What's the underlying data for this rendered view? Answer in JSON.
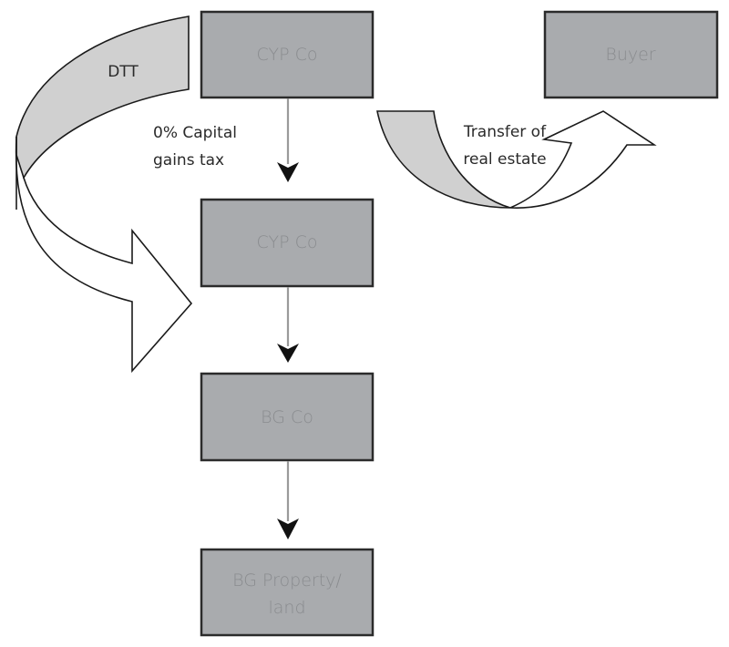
{
  "diagram": {
    "nodes": {
      "cyp_top": "CYP Co",
      "buyer": "Buyer",
      "cyp_mid": "CYP Co",
      "bg_co": "BG Co",
      "bg_property": [
        "BG Property/",
        "land"
      ]
    },
    "labels": {
      "dtt": "DTT",
      "capital_gains": [
        "0% Capital",
        "gains tax"
      ],
      "transfer": [
        "Transfer of",
        "real estate"
      ]
    },
    "colors": {
      "box_fill": "#a9abae",
      "box_border": "#2b2b2b",
      "box_text": "#8a8c8f",
      "curve_shaded_fill": "#d0d0d0",
      "arrowhead": "#111111"
    }
  }
}
